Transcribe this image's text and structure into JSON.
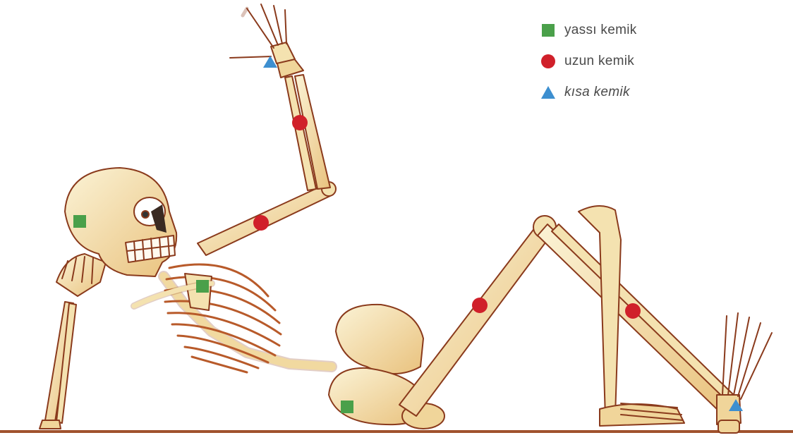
{
  "legend": {
    "items": [
      {
        "label": "yassı kemik",
        "shape": "square",
        "color": "#4aa04a"
      },
      {
        "label": "uzun  kemik",
        "shape": "circle",
        "color": "#d0202a"
      },
      {
        "label": "kısa kemik",
        "shape": "triangle",
        "color": "#3d8fd0"
      }
    ]
  },
  "colors": {
    "bone": "#f7ecc6",
    "bone_shade": "#e8c07a",
    "outline": "#8a3a1c",
    "floor": "#a0522d"
  },
  "markers": [
    {
      "name": "flat-bone-skull-marker",
      "type": "square"
    },
    {
      "name": "flat-bone-sternum-marker",
      "type": "square"
    },
    {
      "name": "flat-bone-pelvis-marker",
      "type": "square"
    },
    {
      "name": "long-bone-forearm-marker",
      "type": "circle"
    },
    {
      "name": "long-bone-humerus-marker",
      "type": "circle"
    },
    {
      "name": "long-bone-femur-marker",
      "type": "circle"
    },
    {
      "name": "long-bone-tibia-marker",
      "type": "circle"
    },
    {
      "name": "short-bone-hand-marker",
      "type": "triangle"
    },
    {
      "name": "short-bone-foot-marker",
      "type": "triangle"
    }
  ]
}
